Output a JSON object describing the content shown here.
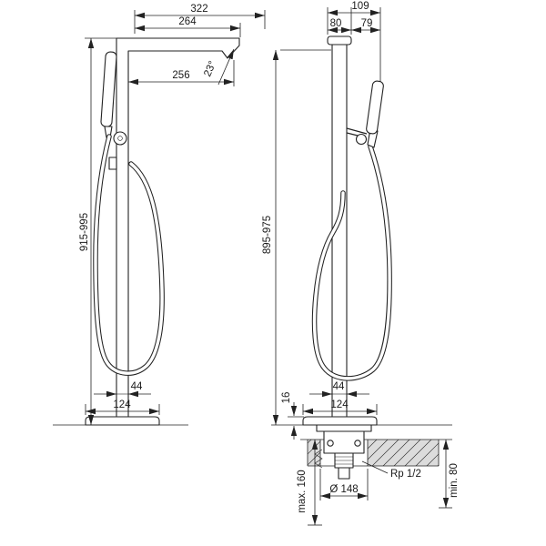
{
  "drawing": {
    "title": "freestanding-bath-mixer-dimension-drawing",
    "colors": {
      "line": "#222222",
      "floor_slab_fill": "#dcdcdc"
    },
    "front": {
      "total_reach": "322",
      "spout_reach": "264",
      "spout_angle": "23°",
      "outlet_distance": "256",
      "height_range": "915-995",
      "column_width": "44",
      "base_diameter": "124"
    },
    "side": {
      "depth_total": "109",
      "depth_body": "80",
      "depth_shower": "79",
      "height_range": "895-975",
      "base_height": "16",
      "column_width": "44",
      "base_diameter": "124"
    },
    "install": {
      "hole_diameter": "Ø 148",
      "thread": "Rp 1/2",
      "max_recess": "max. 160",
      "min_recess": "min. 80"
    }
  }
}
